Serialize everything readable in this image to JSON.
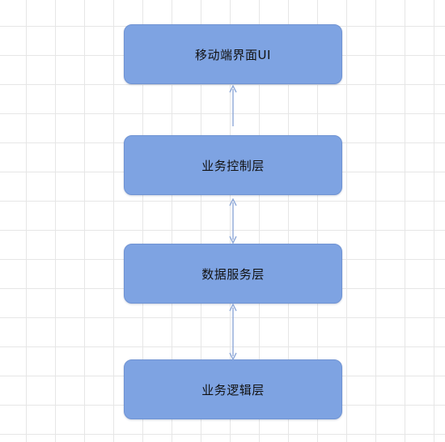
{
  "layers": [
    {
      "label": "移动端界面UI"
    },
    {
      "label": "业务控制层"
    },
    {
      "label": "数据服务层"
    },
    {
      "label": "业务逻辑层"
    }
  ],
  "connectors": [
    {
      "from": "业务控制层",
      "to": "移动端界面UI",
      "direction": "up"
    },
    {
      "from": "业务控制层",
      "to": "数据服务层",
      "direction": "both"
    },
    {
      "from": "数据服务层",
      "to": "业务逻辑层",
      "direction": "both"
    }
  ],
  "colors": {
    "box_fill": "#7ea3e2",
    "box_border": "#6f93d3",
    "arrow": "#8fa9d8",
    "grid": "#e6e6e6"
  }
}
